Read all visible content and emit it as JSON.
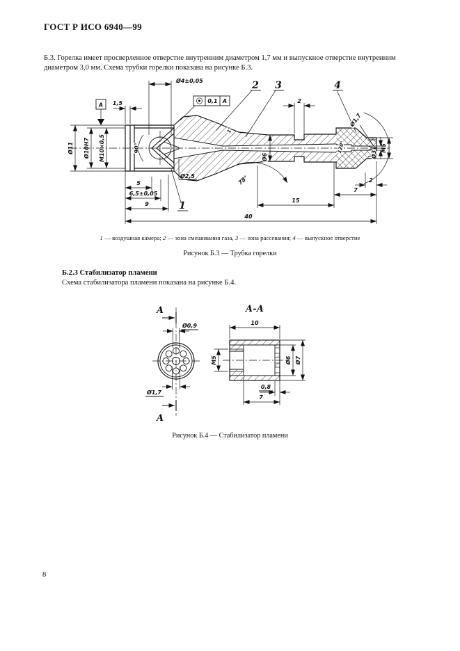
{
  "page_number": "8",
  "header": {
    "title": "ГОСТ Р ИСО 6940—99"
  },
  "paragraph_b3": {
    "line1": "Б.3. Горелка имеет просверленное отверстие внутренним диаметром 1,7 мм и выпускное отверстие внутренним",
    "line2": "диаметром 3,0 мм. Схема трубки горелки показана на рисунке Б.3."
  },
  "figure_b3": {
    "caption": "Рисунок Б.3 — Трубка горелки",
    "legend": {
      "items": [
        {
          "n": "1",
          "t": " — воздушная камера; "
        },
        {
          "n": "2",
          "t": " — зона смешивания газа, "
        },
        {
          "n": "3",
          "t": " — зона рассевания; "
        },
        {
          "n": "4",
          "t": " — выпускное отверстие"
        }
      ]
    },
    "callouts": {
      "c1": "1",
      "c2": "2",
      "c3": "3",
      "c4": "4"
    },
    "datum_label": "A",
    "tolerance": {
      "value": "0,1",
      "datum": "A"
    },
    "dims": {
      "d15": "1,5",
      "d4": "Ø4±0,05",
      "d11": "Ø11",
      "d10h7": "Ø10H7",
      "m10": "M10×0,5",
      "a90": "90°",
      "a1": "1°",
      "d25": "Ø2,5",
      "a78": "78°",
      "d6": "Ø6",
      "groove2": "2",
      "d17": "Ø1,7",
      "a120": "120°",
      "d3": "Ø3",
      "m5": "M5",
      "len5": "5",
      "len65": "6,5±0,05",
      "len9": "9",
      "len40": "40",
      "len15": "15",
      "len7": "7",
      "len2": "2"
    }
  },
  "section_b23": {
    "heading": "Б.2.3 Стабилизатор пламени",
    "body": "Схема стабилизатора пламени показана на рисунке Б.4."
  },
  "figure_b4": {
    "caption": "Рисунок Б.4 — Стабилизатор пламени",
    "section_title": "А-А",
    "section_label_top": "А",
    "section_label_bottom": "А",
    "dims": {
      "d09": "Ø0,9",
      "d17": "Ø1,7",
      "len10": "10",
      "m5": "M5",
      "d6": "Ø6",
      "d7": "Ø7",
      "t08": "0,8",
      "len7": "7"
    }
  }
}
